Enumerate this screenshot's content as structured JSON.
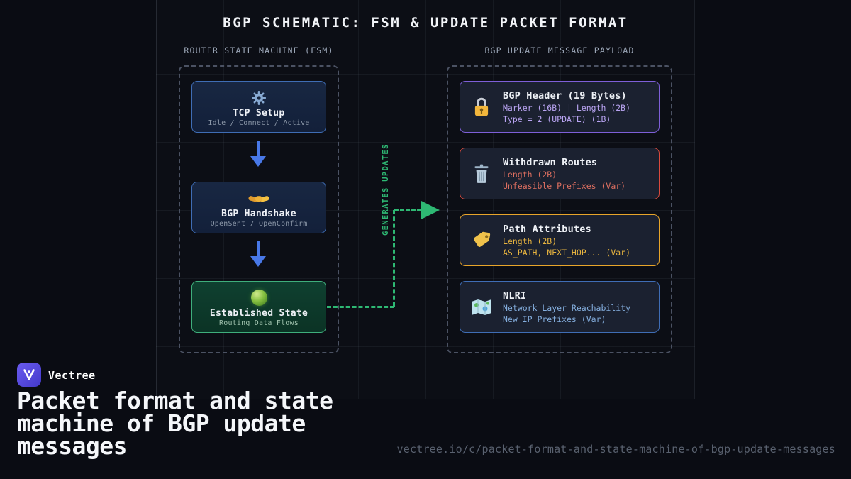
{
  "title": "BGP SCHEMATIC: FSM & UPDATE PACKET FORMAT",
  "colors": {
    "background": "#0a0c13",
    "blue_arrow": "#4878e8",
    "green_connector": "#2eb873",
    "fsm_box_border": "#3f6db5",
    "established_border": "#3fae7c",
    "brand_purple": "#5b4ee0"
  },
  "fsm": {
    "label": "ROUTER STATE MACHINE (FSM)",
    "states": [
      {
        "icon": "gear-icon",
        "title": "TCP Setup",
        "subtitle": "Idle / Connect / Active"
      },
      {
        "icon": "handshake-icon",
        "title": "BGP Handshake",
        "subtitle": "OpenSent / OpenConfirm"
      },
      {
        "icon": "green-orb-icon",
        "title": "Established State",
        "subtitle": "Routing Data Flows"
      }
    ]
  },
  "connector": {
    "label": "GENERATES UPDATES"
  },
  "payload": {
    "label": "BGP UPDATE MESSAGE PAYLOAD",
    "fields": [
      {
        "icon": "lock-icon",
        "title": "BGP Header (19 Bytes)",
        "line1": "Marker (16B) | Length (2B)",
        "line2": "Type = 2 (UPDATE) (1B)",
        "accent": "#7e5fd8",
        "text_color": "#b9a4f2"
      },
      {
        "icon": "trash-icon",
        "title": "Withdrawn Routes",
        "line1": "Length (2B)",
        "line2": "Unfeasible Prefixes (Var)",
        "accent": "#d94a3d",
        "text_color": "#dd6f60"
      },
      {
        "icon": "tag-icon",
        "title": "Path Attributes",
        "line1": "Length (2B)",
        "line2": "AS_PATH, NEXT_HOP... (Var)",
        "accent": "#e8a52a",
        "text_color": "#e6b33f"
      },
      {
        "icon": "map-icon",
        "title": "NLRI",
        "line1": "Network Layer Reachability",
        "line2": "New IP Prefixes (Var)",
        "accent": "#3f6db5",
        "text_color": "#84aede"
      }
    ]
  },
  "footer": {
    "brand": "Vectree",
    "heading_lines": [
      "Packet format and state",
      "machine of BGP update",
      "messages"
    ],
    "url": "vectree.io/c/packet-format-and-state-machine-of-bgp-update-messages"
  }
}
